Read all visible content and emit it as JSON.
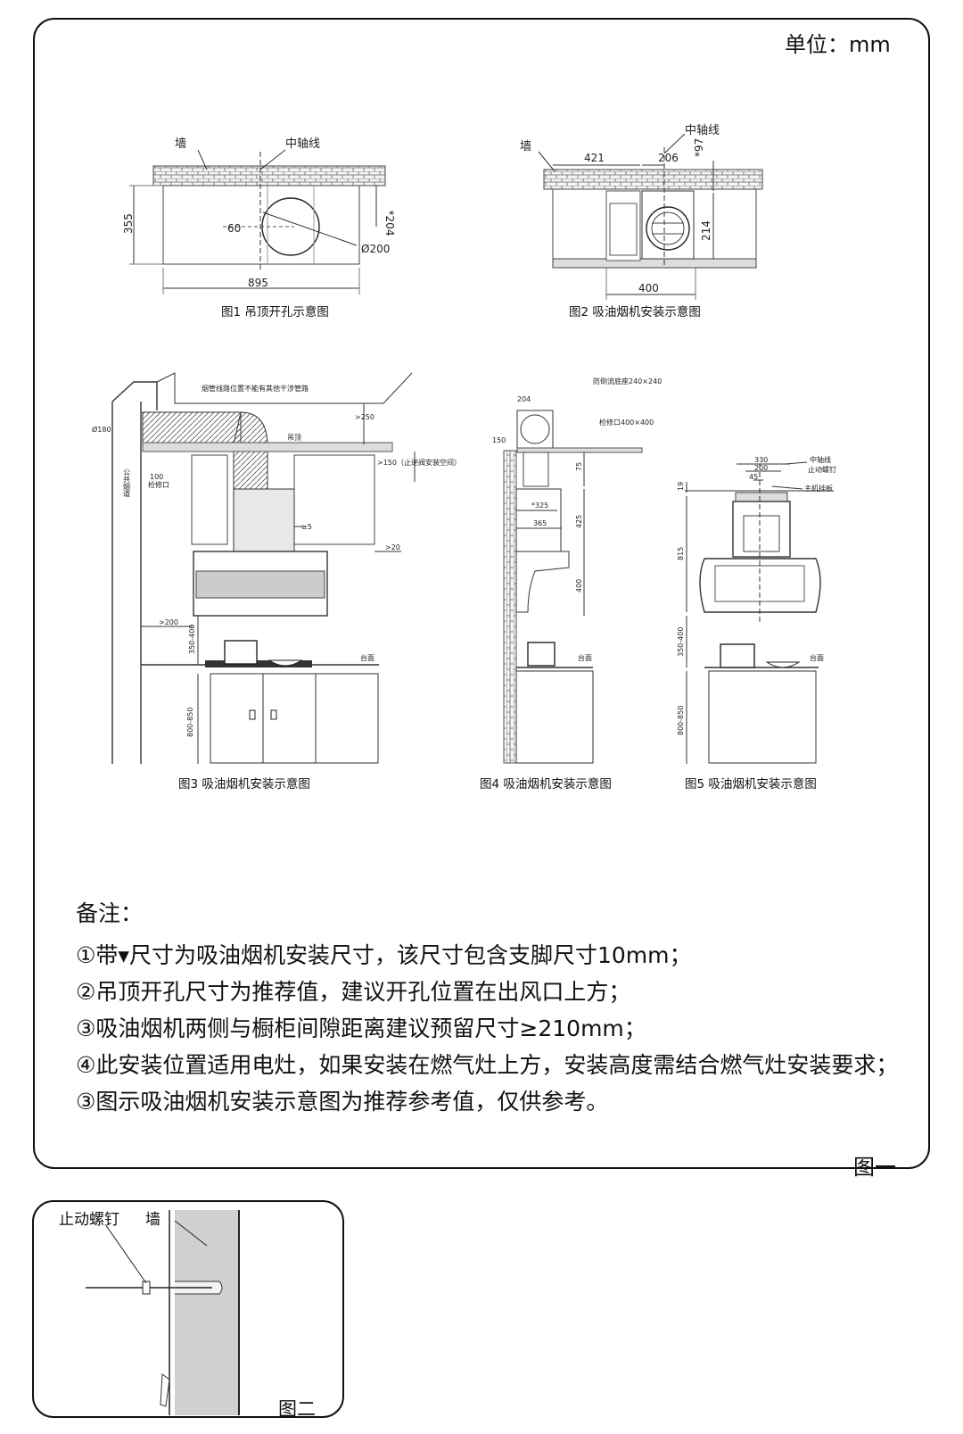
{
  "unit": "单位：mm",
  "figure_label": "图一",
  "figure2_label": "图二",
  "captions": {
    "fig1": "图1 吊顶开孔示意图",
    "fig2": "图2 吸油烟机安装示意图",
    "fig3": "图3 吸油烟机安装示意图",
    "fig4": "图4 吸油烟机安装示意图",
    "fig5": "图5 吸油烟机安装示意图"
  },
  "fig1": {
    "wall": "墙",
    "axis": "中轴线",
    "dim_355": "355",
    "dim_204": "*204",
    "dim_60": "60",
    "dim_200": "Ø200",
    "dim_895": "895"
  },
  "fig2": {
    "wall": "墙",
    "axis": "中轴线",
    "dim_421": "421",
    "dim_206": "206",
    "dim_97": "*97",
    "dim_214": "214",
    "dim_400": "400"
  },
  "fig3": {
    "note_pipe": "烟管线路位置不能有其他干涉管路",
    "dim_180": "Ø180",
    "dim_250": ">250",
    "ceiling": "吊顶",
    "dim_150": ">150（止逆阀安装空间）",
    "flue": "公共烟道",
    "dim_100": "100",
    "access": "检修口",
    "dim_5": "≥5",
    "dim_20": ">20",
    "dim_200": ">200",
    "dim_350_400": "350-400",
    "counter": "台面",
    "dim_800_850": "800-850"
  },
  "fig4": {
    "dim_204": "204",
    "base": "防倒流底座240×240",
    "access": "检修口400×400",
    "dim_150": "150",
    "dim_75": "75",
    "dim_325": "*325",
    "dim_365": "365",
    "dim_425": "425",
    "dim_400": "400",
    "counter": "台面"
  },
  "fig5": {
    "dim_330": "330",
    "dim_200": "200",
    "dim_45": "45",
    "axis": "中轴线",
    "screw": "止动螺钉",
    "panel": "主机挂板",
    "dim_19": "19",
    "dim_815": "815",
    "dim_350_400": "350-400",
    "counter": "台面",
    "dim_800_850": "800-850"
  },
  "notes": {
    "title": "备注：",
    "items": [
      "①带▾尺寸为吸油烟机安装尺寸，该尺寸包含支脚尺寸10mm；",
      "②吊顶开孔尺寸为推荐值，建议开孔位置在出风口上方；",
      "③吸油烟机两侧与橱柜间隙距离建议预留尺寸≥210mm；",
      "④此安装位置适用电灶，如果安装在燃气灶上方，安装高度需结合燃气灶安装要求；",
      "③图示吸油烟机安装示意图为推荐参考值，仅供参考。"
    ]
  },
  "sub": {
    "screw": "止动螺钉",
    "wall": "墙"
  }
}
